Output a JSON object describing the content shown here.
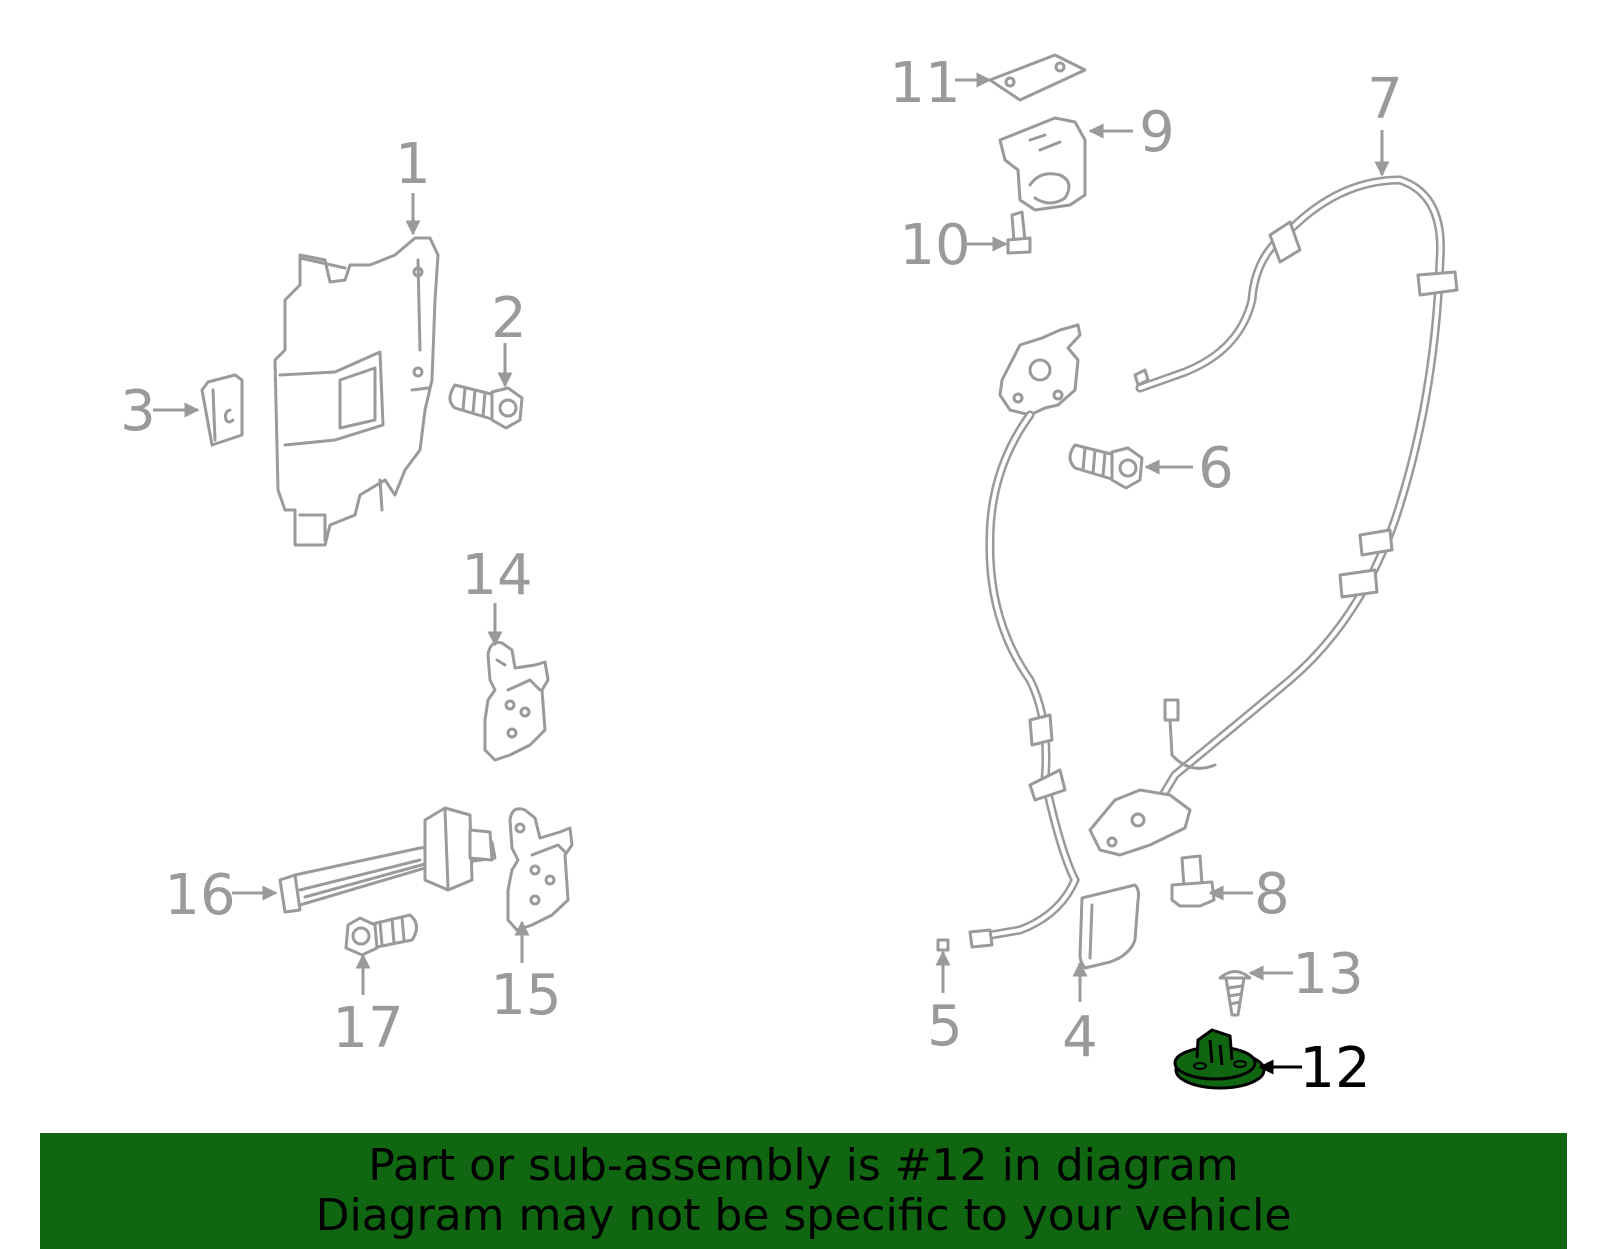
{
  "diagram": {
    "callouts": [
      {
        "id": "1",
        "label": "1"
      },
      {
        "id": "2",
        "label": "2"
      },
      {
        "id": "3",
        "label": "3"
      },
      {
        "id": "4",
        "label": "4"
      },
      {
        "id": "5",
        "label": "5"
      },
      {
        "id": "6",
        "label": "6"
      },
      {
        "id": "7",
        "label": "7"
      },
      {
        "id": "8",
        "label": "8"
      },
      {
        "id": "9",
        "label": "9"
      },
      {
        "id": "10",
        "label": "10"
      },
      {
        "id": "11",
        "label": "11"
      },
      {
        "id": "12",
        "label": "12"
      },
      {
        "id": "13",
        "label": "13"
      },
      {
        "id": "14",
        "label": "14"
      },
      {
        "id": "15",
        "label": "15"
      },
      {
        "id": "16",
        "label": "16"
      },
      {
        "id": "17",
        "label": "17"
      }
    ],
    "highlighted_part": "12",
    "colors": {
      "part_stroke": "#9a9a9a",
      "highlight_fill": "#116611",
      "highlight_label": "#000000",
      "banner_bg": "#116611"
    }
  },
  "banner": {
    "line1": "Part or sub-assembly is #12 in diagram",
    "line2": "Diagram may not be specific to your vehicle"
  }
}
